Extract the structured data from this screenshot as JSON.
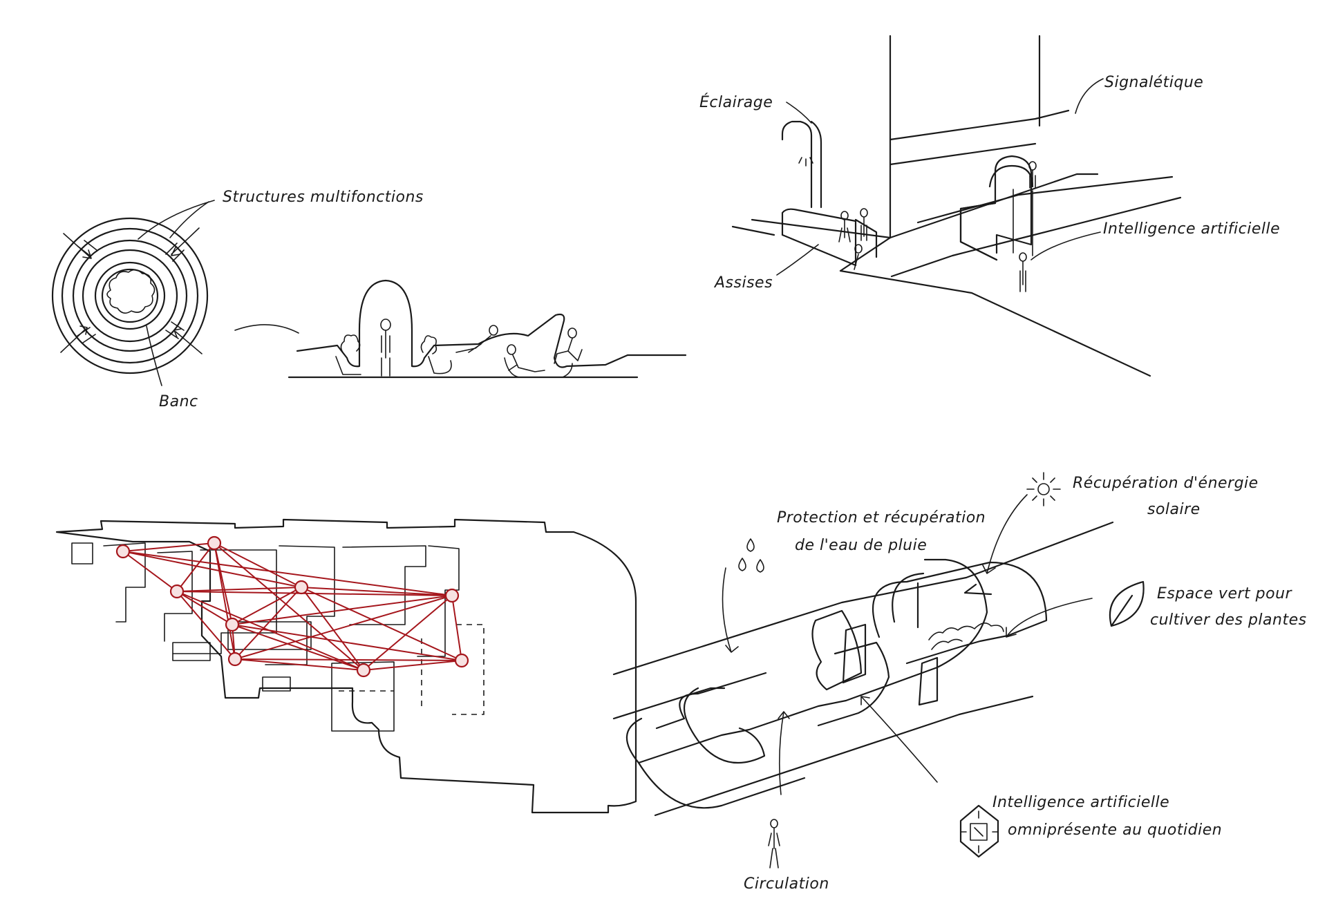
{
  "labels": {
    "structures": "Structures multifonctions",
    "banc": "Banc",
    "eclairage": "Éclairage",
    "signaletique": "Signalétique",
    "ia_top": "Intelligence artificielle",
    "assises": "Assises",
    "pluie_1": "Protection et récupération",
    "pluie_2": "de l'eau de pluie",
    "solaire_1": "Récupération d'énergie",
    "solaire_2": "solaire",
    "vert_1": "Espace vert pour",
    "vert_2": "cultiver des plantes",
    "ia_bottom_1": "Intelligence artificielle",
    "ia_bottom_2": "omniprésente au quotidien",
    "circulation": "Circulation"
  },
  "colors": {
    "ink": "#1a1a1a",
    "network": "#a5161c"
  },
  "icons": [
    "rain-drops-icon",
    "sun-icon",
    "leaf-icon",
    "ai-chip-icon",
    "person-icon"
  ]
}
